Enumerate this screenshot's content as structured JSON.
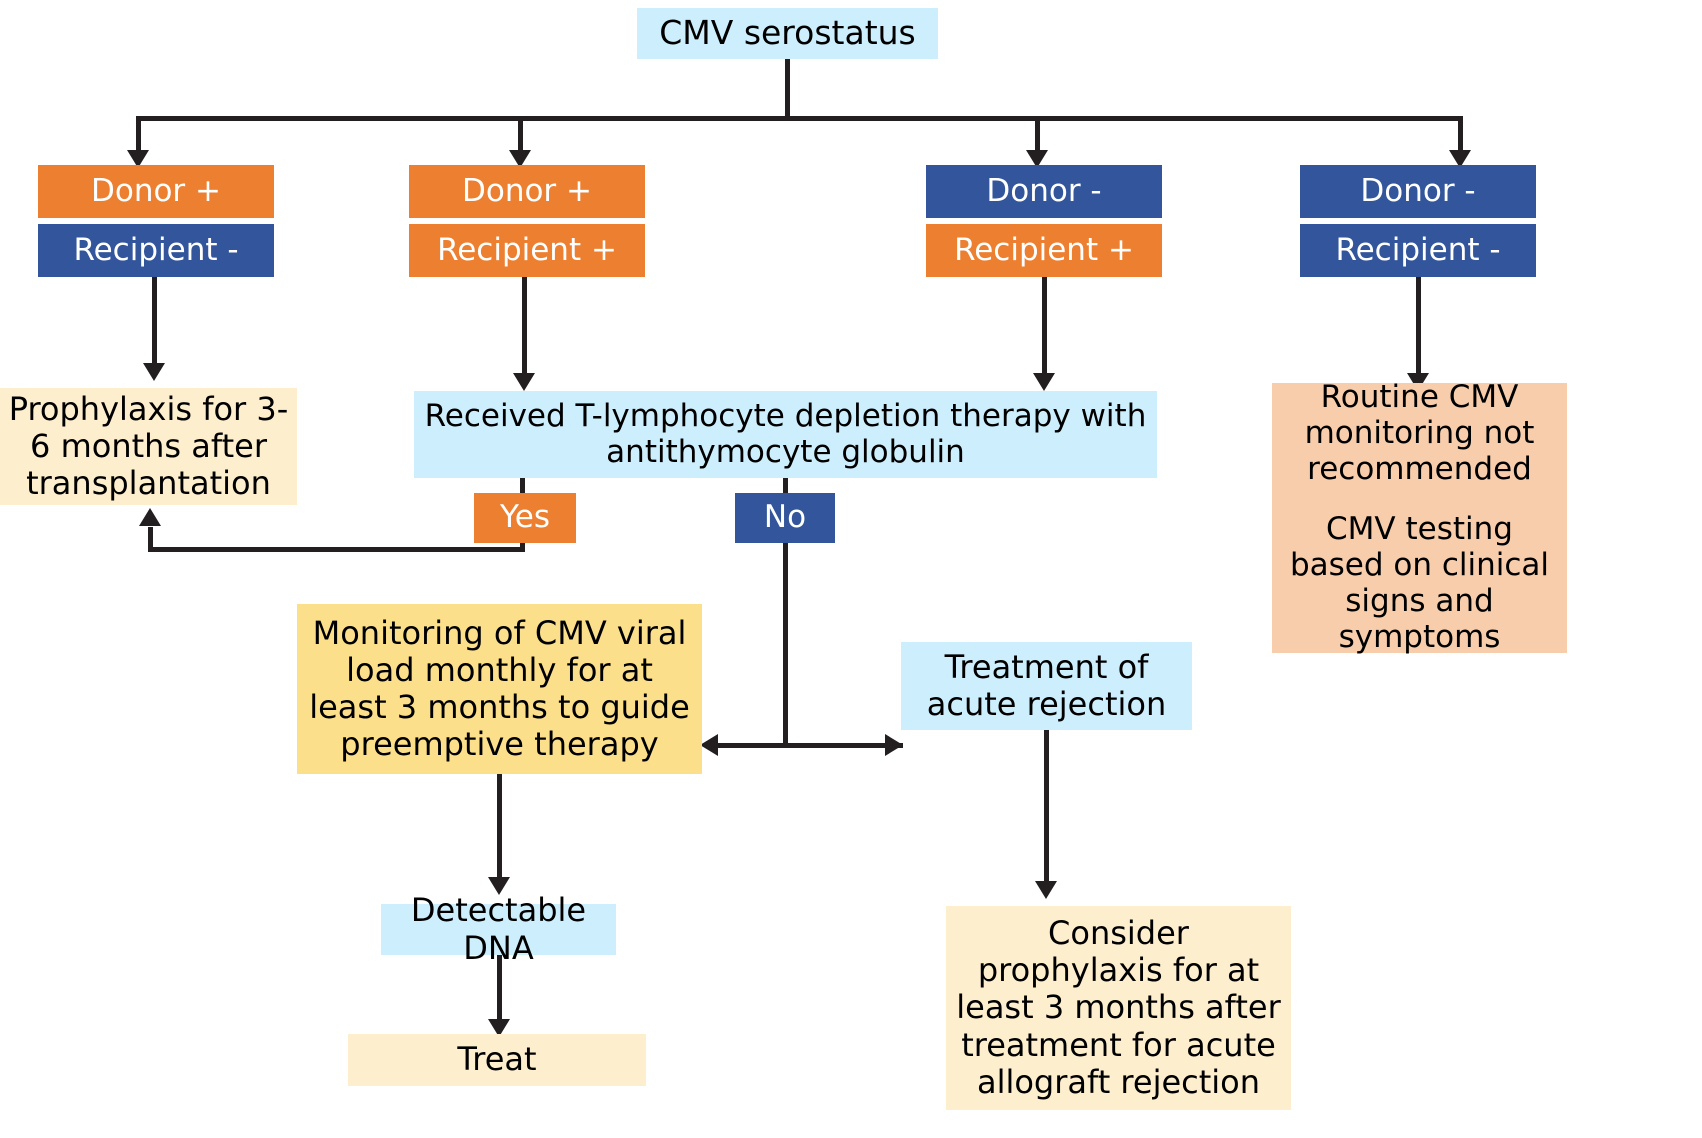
{
  "diagram": {
    "title": "CMV serostatus decision algorithm",
    "colors": {
      "light_blue": "#cdeefc",
      "orange": "#ec7f30",
      "blue": "#32559b",
      "cream": "#fdeece",
      "yellow": "#fbdf8b",
      "peach": "#f7cdab",
      "line": "#231f20"
    },
    "root": {
      "label": "CMV serostatus"
    },
    "branches": [
      {
        "donor": "Donor +",
        "donor_color": "orange",
        "recipient": "Recipient -",
        "recipient_color": "blue"
      },
      {
        "donor": "Donor +",
        "donor_color": "orange",
        "recipient": "Recipient +",
        "recipient_color": "orange"
      },
      {
        "donor": "Donor -",
        "donor_color": "blue",
        "recipient": "Recipient +",
        "recipient_color": "orange"
      },
      {
        "donor": "Donor -",
        "donor_color": "blue",
        "recipient": "Recipient -",
        "recipient_color": "blue"
      }
    ],
    "nodes": {
      "prophylaxis": "Prophylaxis for 3-6 months after transplantation",
      "tcell_question": "Received T-lymphocyte depletion therapy with antithymocyte globulin",
      "yes": "Yes",
      "no": "No",
      "no_monitoring": "Routine CMV monitoring not recommended",
      "clinical_testing": "CMV testing based on clinical signs and symptoms",
      "monitoring": "Monitoring of CMV viral load monthly for at least 3 months to guide preemptive therapy",
      "treatment_rejection": "Treatment of acute rejection",
      "detectable_dna": "Detectable DNA",
      "treat": "Treat",
      "consider_prophylaxis": "Consider prophylaxis for at least 3 months after treatment for acute allograft rejection"
    }
  }
}
